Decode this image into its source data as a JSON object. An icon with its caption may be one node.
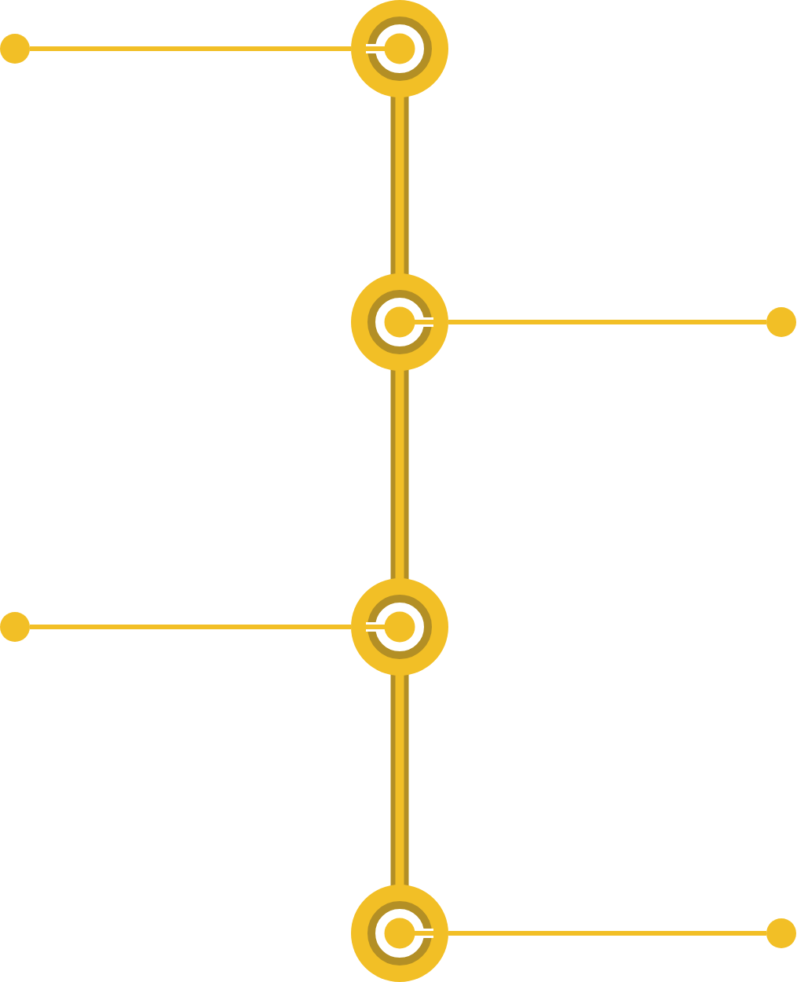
{
  "diagram": {
    "nodes": [
      {
        "text": [],
        "shape": "dot"
      },
      {
        "text": [],
        "shape": "circle"
      },
      {
        "text": [],
        "shape": "circle"
      },
      {
        "text": [],
        "shape": "dot"
      },
      {
        "text": [],
        "shape": "dot"
      },
      {
        "text": [],
        "shape": "circle"
      },
      {
        "text": [],
        "shape": "circle"
      },
      {
        "text": [],
        "shape": "dot"
      }
    ],
    "edges": [
      {
        "from": 0,
        "to": 1,
        "arrow": "none"
      },
      {
        "from": 1,
        "to": 2,
        "arrow": "none",
        "style": "thick",
        "color": "#b38f25"
      },
      {
        "from": 2,
        "to": 3,
        "arrow": "none"
      },
      {
        "from": 2,
        "to": 5,
        "arrow": "none",
        "style": "thick",
        "color": "#b38f25"
      },
      {
        "from": 4,
        "to": 5,
        "arrow": "none"
      },
      {
        "from": 5,
        "to": 6,
        "arrow": "none",
        "style": "thick",
        "color": "#b38f25"
      },
      {
        "from": 6,
        "to": 7,
        "arrow": "none"
      }
    ]
  }
}
